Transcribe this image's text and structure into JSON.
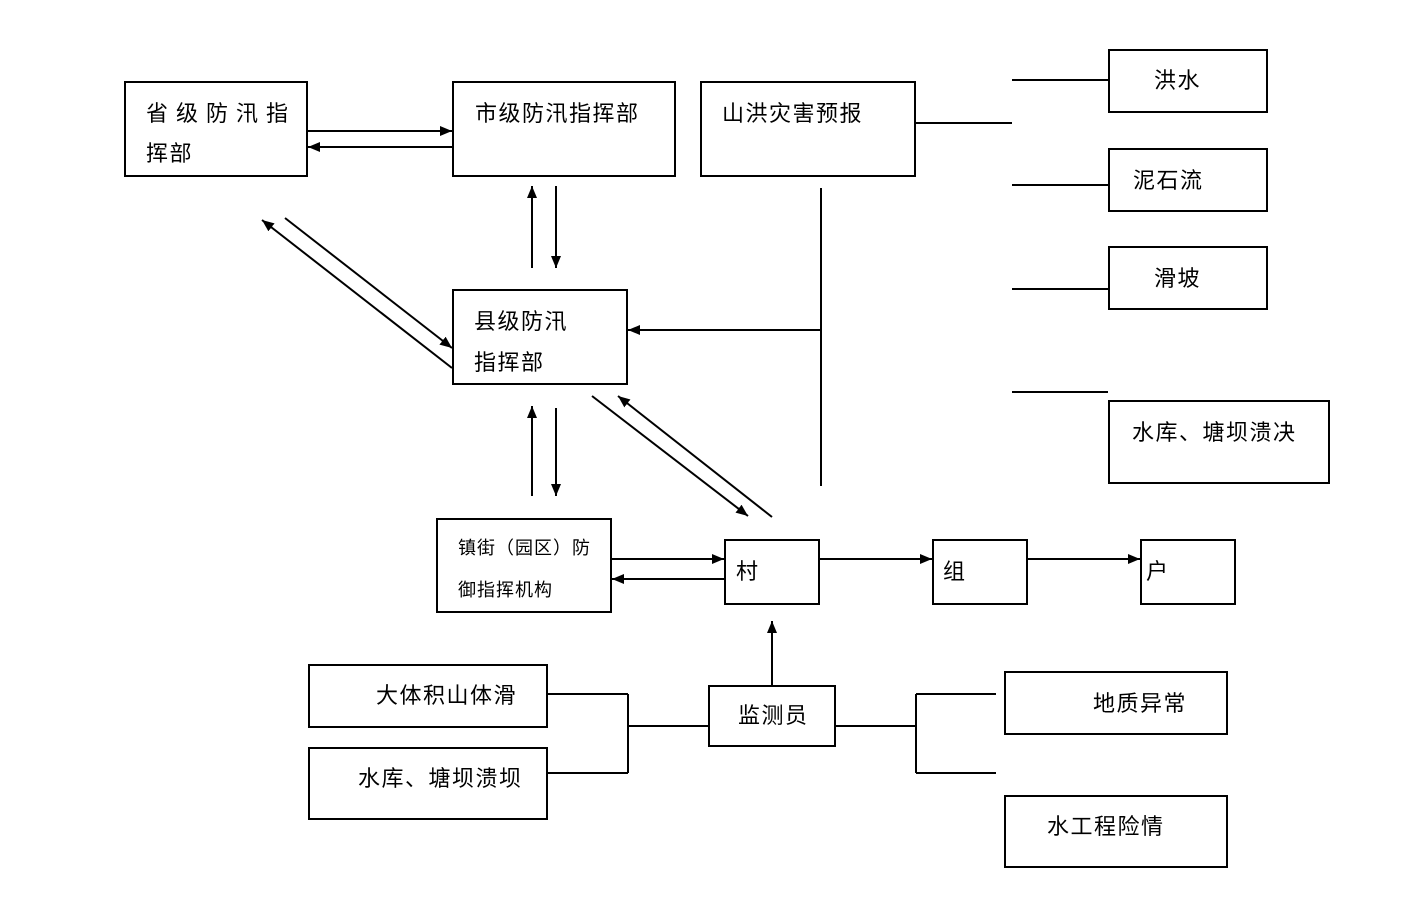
{
  "colors": {
    "line": "#000000",
    "background": "#ffffff"
  },
  "nodes": {
    "provincial_hq": {
      "lines": [
        "省级防汛指",
        "挥部"
      ]
    },
    "city_hq": {
      "label": "市级防汛指挥部"
    },
    "forecast": {
      "label": "山洪灾害预报"
    },
    "flood": {
      "label": "洪水"
    },
    "debris_flow": {
      "label": "泥石流"
    },
    "landslide": {
      "label": "滑坡"
    },
    "reservoir_breach": {
      "label": "水库、塘坝溃决"
    },
    "county_hq": {
      "lines": [
        "县级防汛",
        "指挥部"
      ]
    },
    "town_org": {
      "lines": [
        "镇街（园区）防",
        "御指挥机构"
      ]
    },
    "village": {
      "label": "村"
    },
    "group": {
      "label": "组"
    },
    "household": {
      "label": "户"
    },
    "monitor": {
      "label": "监测员"
    },
    "large_landslide": {
      "label": "大体积山体滑"
    },
    "reservoir_dam_break": {
      "label": "水库、塘坝溃坝"
    },
    "geo_anomaly": {
      "label": "地质异常"
    },
    "water_project": {
      "label": "水工程险情"
    }
  }
}
